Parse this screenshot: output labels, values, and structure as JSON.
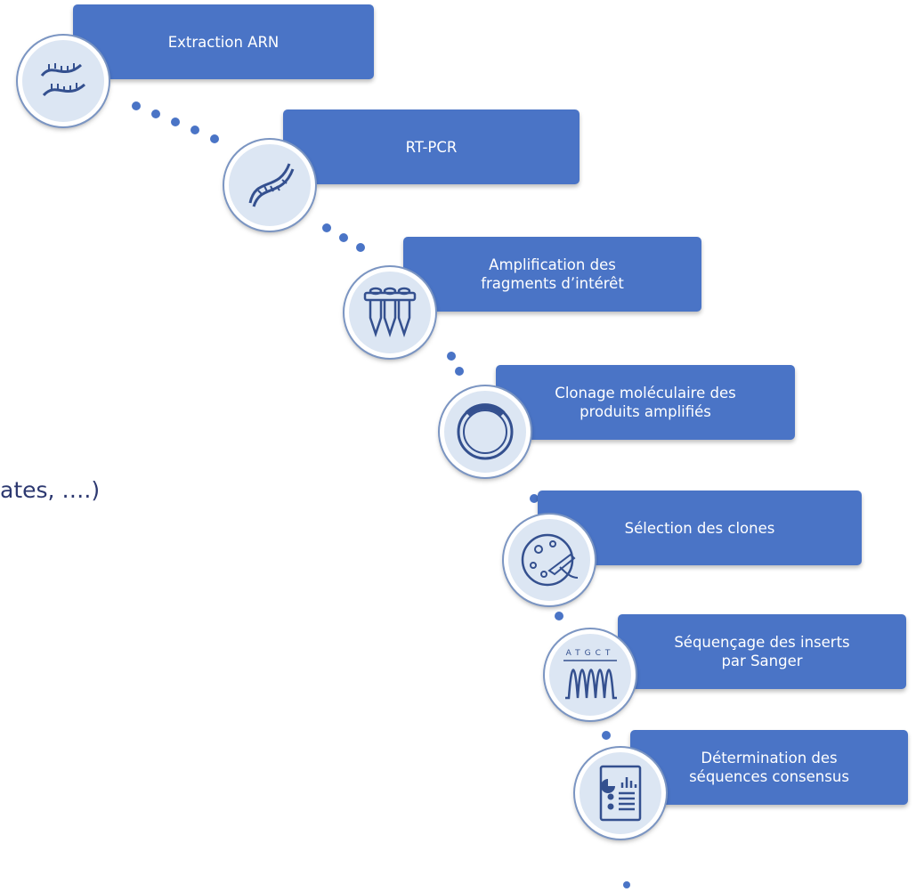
{
  "side_text": "ates, ….)",
  "steps": [
    {
      "label": "Extraction ARN",
      "icon": "rna-strand-icon"
    },
    {
      "label": "RT-PCR",
      "icon": "dna-strand-icon"
    },
    {
      "label": "Amplification des\nfragments d’intérêt",
      "icon": "pcr-tubes-icon"
    },
    {
      "label": "Clonage moléculaire des\nproduits amplifiés",
      "icon": "plasmid-ring-icon"
    },
    {
      "label": "Sélection des clones",
      "icon": "petri-dish-hand-icon"
    },
    {
      "label": "Séquençage des inserts\npar Sanger",
      "icon": "chromatogram-atgct-icon",
      "icon_text": "ATGCT"
    },
    {
      "label": "Détermination des\nséquences consensus",
      "icon": "report-document-icon"
    }
  ],
  "colors": {
    "box": "#4a74c6",
    "circle_fill": "#dce6f3",
    "icon_stroke": "#34508f",
    "dot": "#4a74c6"
  }
}
